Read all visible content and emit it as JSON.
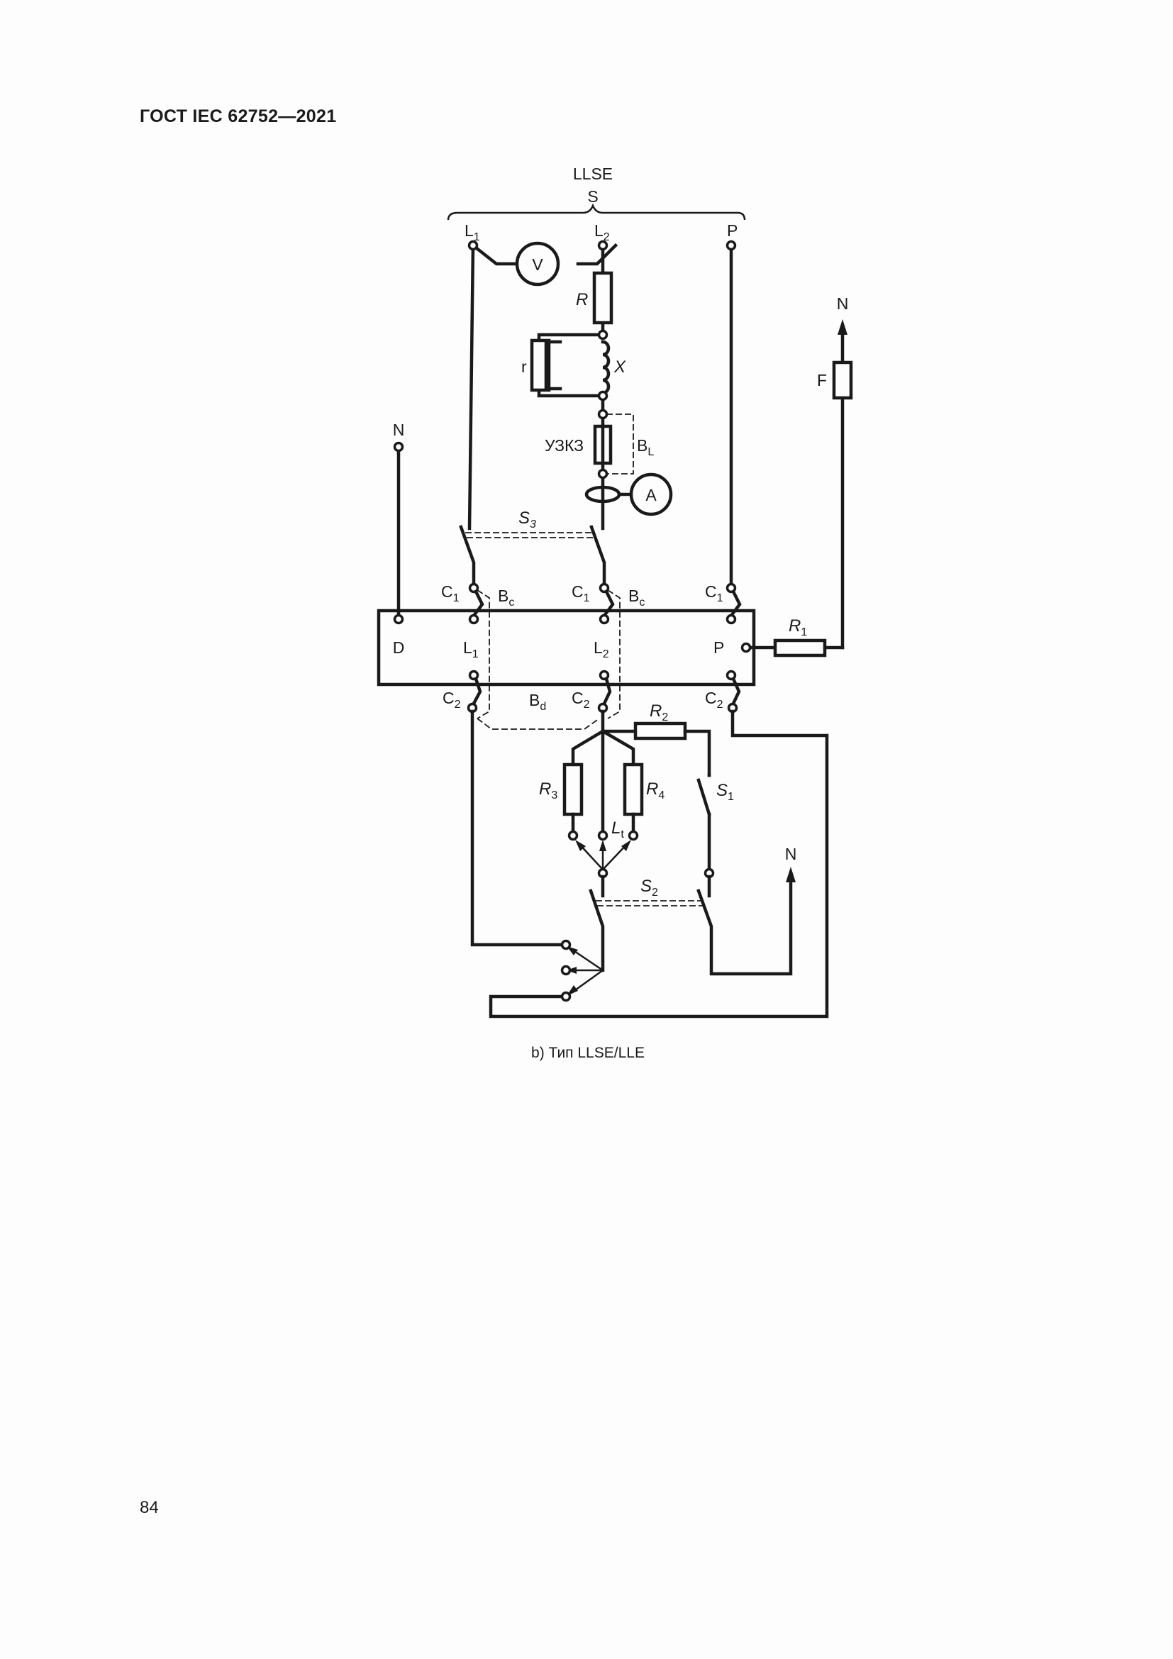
{
  "document": {
    "header": "ГОСТ IEC 62752—2021",
    "page_number": "84",
    "caption": "b) Тип LLSE/LLE"
  },
  "diagram": {
    "supply": {
      "title": "LLSE",
      "source_label": "S",
      "terminals": {
        "l1": {
          "main": "L",
          "sub": "1"
        },
        "l2": {
          "main": "L",
          "sub": "2"
        },
        "p": {
          "main": "P"
        }
      }
    },
    "voltmeter": "V",
    "ammeter": "A",
    "resistor_r": "R",
    "resistor_small_r": "r",
    "reactance_x": "X",
    "device_uzkz": "УЗКЗ",
    "bypass_bl": {
      "main": "B",
      "sub": "L"
    },
    "neutral_left": "N",
    "neutral_top_right": "N",
    "neutral_bottom_right": "N",
    "fuse": "F",
    "switch_s3": {
      "main": "S",
      "sub": "3"
    },
    "switch_s1": {
      "main": "S",
      "sub": "1"
    },
    "switch_s2": {
      "main": "S",
      "sub": "2"
    },
    "contacts_c1": {
      "main": "C",
      "sub": "1"
    },
    "contacts_c2": {
      "main": "C",
      "sub": "2"
    },
    "bypass_bc": {
      "main": "B",
      "sub": "c"
    },
    "bypass_bd": {
      "main": "B",
      "sub": "d"
    },
    "eut_box": {
      "d": "D",
      "l1": {
        "main": "L",
        "sub": "1"
      },
      "l2": {
        "main": "L",
        "sub": "2"
      },
      "p": "P"
    },
    "resistor_r1": {
      "main": "R",
      "sub": "1"
    },
    "resistor_r2": {
      "main": "R",
      "sub": "2"
    },
    "resistor_r3": {
      "main": "R",
      "sub": "3"
    },
    "resistor_r4": {
      "main": "R",
      "sub": "4"
    },
    "link_lt": {
      "main": "L",
      "sub": "t"
    }
  }
}
